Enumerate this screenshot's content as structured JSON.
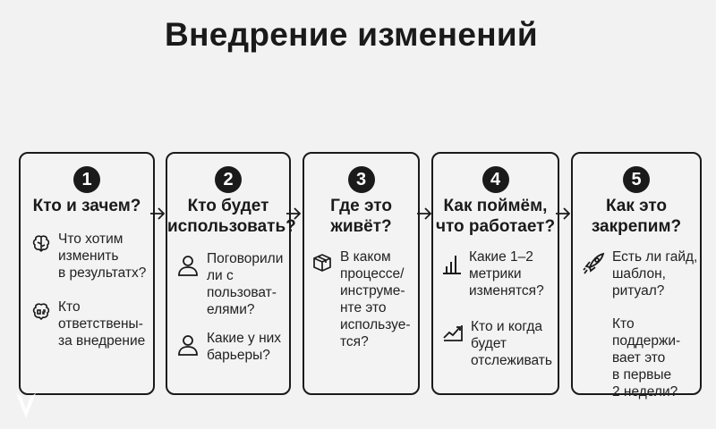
{
  "title": "Внедрение изменений",
  "steps": [
    {
      "number": "1",
      "title": "Кто и зачем?",
      "items": [
        {
          "icon": "brain-icon",
          "text": "Что хотим\nизменить\nв результатх?"
        },
        {
          "icon": "brain-icon",
          "text": "Кто\nответствены-\nза внедрение"
        }
      ]
    },
    {
      "number": "2",
      "title": "Кто будет\nиспользовать?",
      "items": [
        {
          "icon": "user-icon",
          "text": "Поговорили\nли с\nпользоват-\nелями?"
        },
        {
          "icon": "user-icon",
          "text": "Какие у них\nбарьеры?"
        }
      ]
    },
    {
      "number": "3",
      "title": "Где это\nживёт?",
      "items": [
        {
          "icon": "box-icon",
          "text": "В каком\nпроцессе/\nинструме-\nнте это\nиспользуе-\nтся?"
        }
      ]
    },
    {
      "number": "4",
      "title": "Как поймём,\nчто работает?",
      "items": [
        {
          "icon": "bar-chart-icon",
          "text": "Какие 1–2\nметрики\nизменятся?"
        },
        {
          "icon": "trend-chart-icon",
          "text": "Кто и когда\nбудет\nотслеживать"
        }
      ]
    },
    {
      "number": "5",
      "title": "Как это\nзакрепим?",
      "items": [
        {
          "icon": "rocket-icon",
          "text": "Есть ли гайд,\nшаблон,\nритуал?"
        },
        {
          "icon": "",
          "text": "Кто\nподдержи-\nвает это\nв первые\n2 недели?"
        }
      ]
    }
  ]
}
